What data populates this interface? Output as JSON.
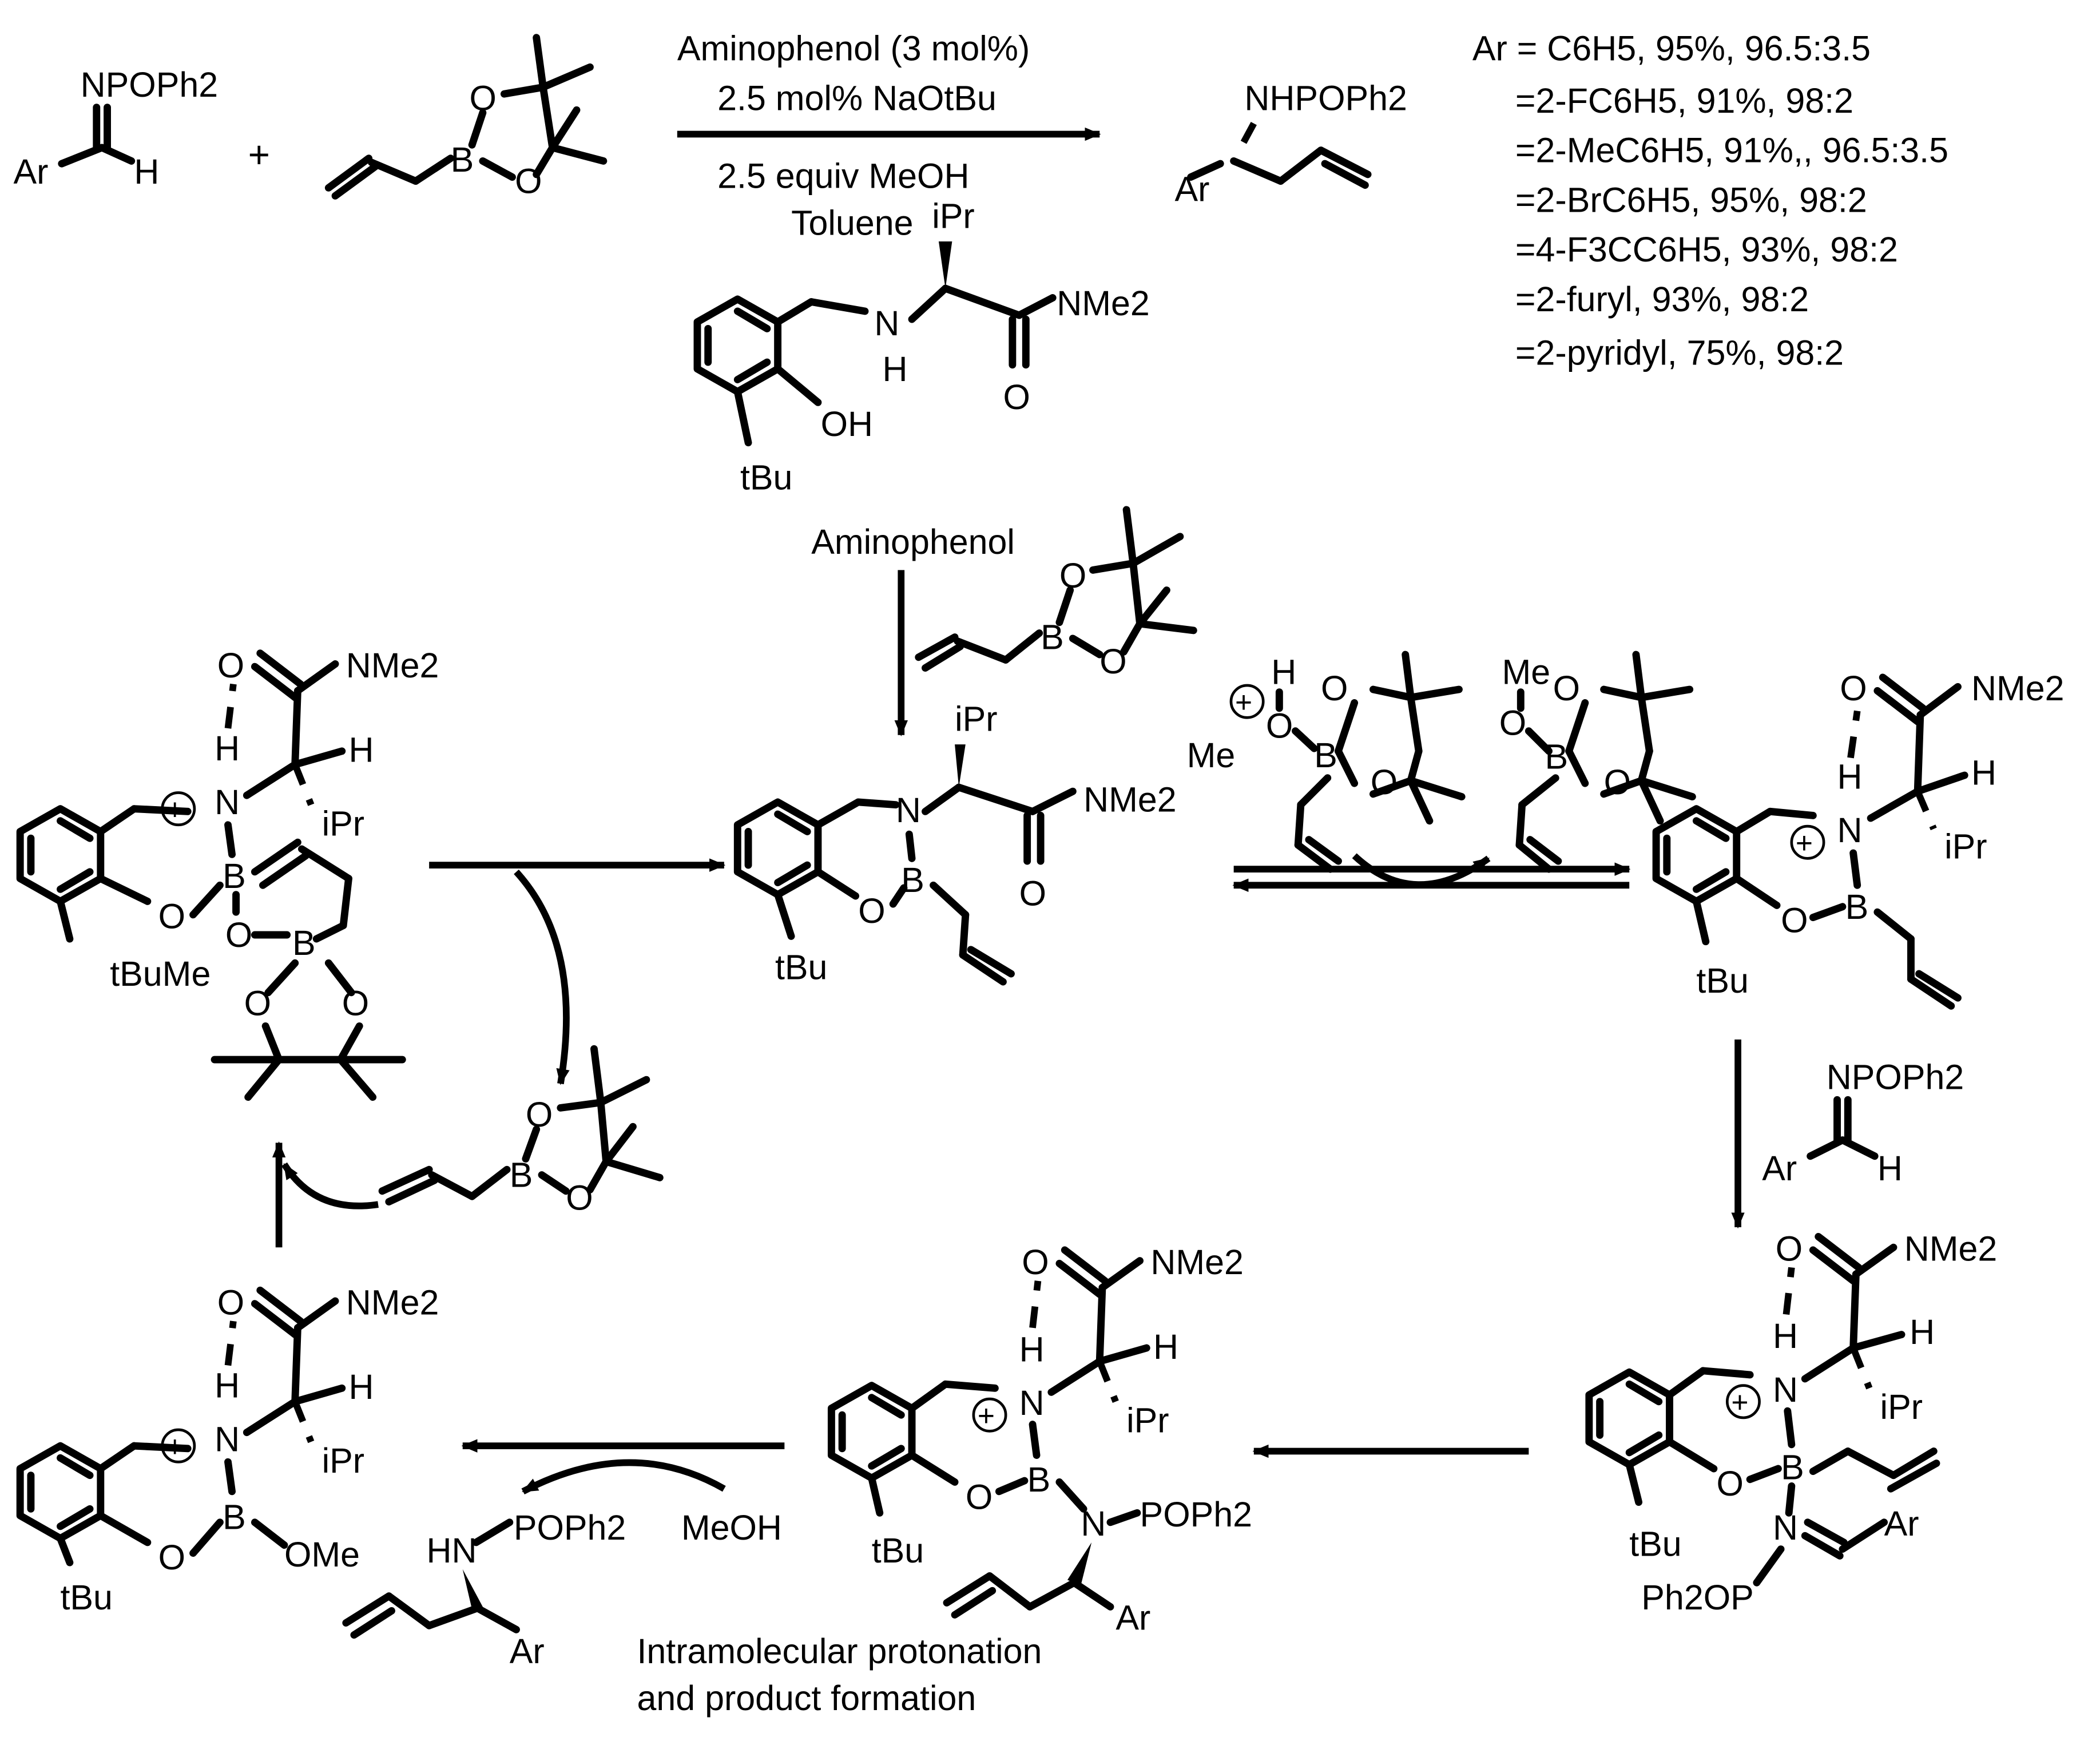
{
  "reaction": {
    "imine_label": "NPOPh2",
    "ar": "Ar",
    "h": "H",
    "plus": "+",
    "catalyst_line": "Aminophenol (3 mol%)",
    "base_line": "2.5 mol% NaOtBu",
    "methanol_line": "2.5 equiv MeOH",
    "solvent_line": "Toluene",
    "product_label": "NHPOPh2"
  },
  "results": {
    "lines": [
      "Ar = C6H5, 95%, 96.5:3.5",
      "=2-FC6H5, 91%, 98:2",
      "=2-MeC6H5, 91%,, 96.5:3.5",
      "=2-BrC6H5, 95%, 98:2",
      "=4-F3CC6H5, 93%, 98:2",
      "=2-furyl, 93%, 98:2",
      "=2-pyridyl, 75%, 98:2"
    ]
  },
  "labels": {
    "aminophenol": "Aminophenol",
    "ipr": "iPr",
    "nme2": "NMe2",
    "oh": "OH",
    "tbu": "tBu",
    "tbume": "tBuMe",
    "meoh": "MeOH",
    "ome": "OMe",
    "me": "Me",
    "ph2op": "Ph2OP",
    "popph2": "POPh2",
    "hn": "HN",
    "protonation_line1": "Intramolecular protonation",
    "protonation_line2": "and product formation",
    "atom_O": "O",
    "atom_B": "B",
    "atom_N": "N",
    "atom_H": "H",
    "plus_charge": "+"
  }
}
